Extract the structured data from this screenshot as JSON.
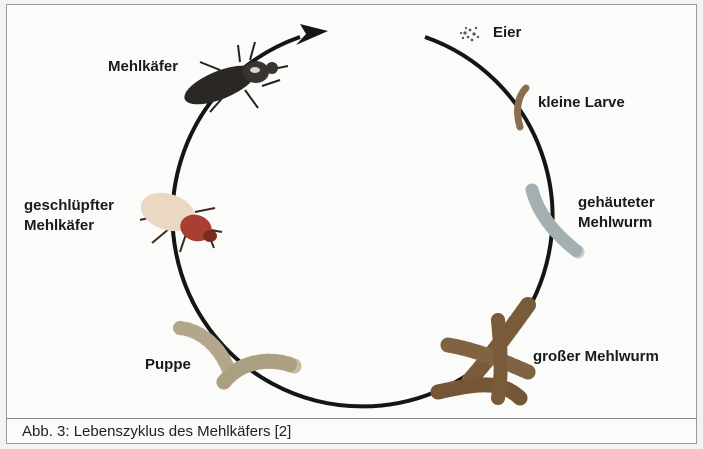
{
  "stages": {
    "eier": "Eier",
    "kleine_larve": "kleine Larve",
    "gehaeuteter_line1": "gehäuteter",
    "gehaeuteter_line2": "Mehlwurm",
    "grosser_mehlwurm": "großer Mehlwurm",
    "puppe": "Puppe",
    "geschluepfter_line1": "geschlüpfter",
    "geschluepfter_line2": "Mehlkäfer",
    "mehlkaefer": "Mehlkäfer"
  },
  "caption": "Abb. 3: Lebenszyklus des Mehlkäfers [2]",
  "colors": {
    "cycle_line": "#151515",
    "beetle_dark": "#2a2623",
    "beetle_fresh": "#b3463a",
    "larva": "#9a7a55",
    "pupa": "#cfc3a6"
  }
}
